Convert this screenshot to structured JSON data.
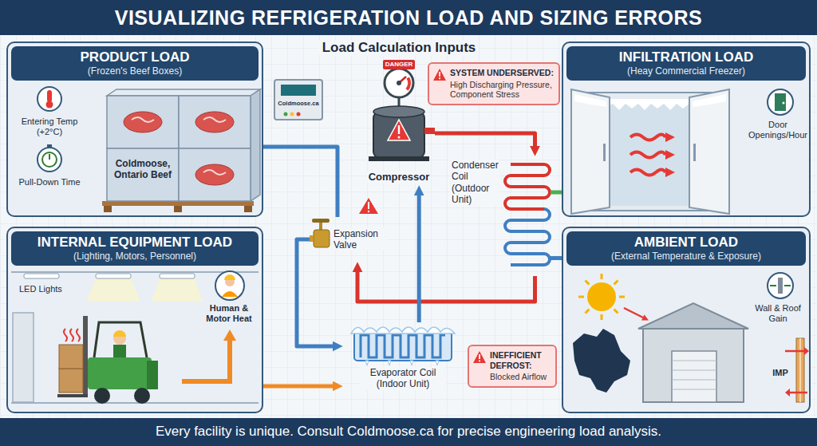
{
  "diagram": {
    "title": "VISUALIZING REFRIGERATION LOAD AND SIZING ERRORS",
    "caption": "Every facility is unique. Consult Coldmoose.ca for precise engineering load analysis.",
    "nodes": [
      {
        "text": [
          "PRODUCT LOAD",
          "(Frozen's Beef Boxes)"
        ]
      },
      {
        "text": [
          "INTERNAL EQUIPMENT LOAD",
          "(Lighting, Motors, Personnel)"
        ]
      },
      {
        "text": [
          "Compressor"
        ]
      },
      {
        "text": [
          "SYSTEM UNDERSERVED:",
          "High Discharging Pressure, Component Stress"
        ]
      },
      {
        "text": [
          "Expansion Valve"
        ]
      },
      {
        "text": [
          "Condenser Coil (Outdoor Unit)"
        ]
      },
      {
        "text": [
          "Evaporator Coil (Indoor Unit)"
        ]
      },
      {
        "text": [
          "INEFFICIENT DEFROST:",
          "Blocked Airflow"
        ]
      },
      {
        "text": [
          "INFILTRATION LOAD",
          "(Heay Commercial Freezer)"
        ]
      },
      {
        "text": [
          "AMBIENT LOAD",
          "(External Temperature & Exposure)"
        ]
      }
    ],
    "edges": [
      {
        "from": 0,
        "to": 4,
        "arrow": "none"
      },
      {
        "from": 1,
        "to": 6,
        "arrow": "to"
      },
      {
        "from": 2,
        "to": 5,
        "arrow": "to"
      },
      {
        "from": 5,
        "to": 4,
        "arrow": "to"
      },
      {
        "from": 4,
        "to": 6,
        "arrow": "to"
      },
      {
        "from": 6,
        "to": 2,
        "arrow": "to"
      },
      {
        "from": 8,
        "to": 5,
        "arrow": "none"
      },
      {
        "from": 9,
        "to": 5,
        "arrow": "none"
      }
    ],
    "labels": [
      "Load Calculation Inputs",
      "DANGER",
      "Entering Temp (+2°C)",
      "Pull-Down Time",
      "Coldmoose, Ontario Beef",
      "Coldmoose.ca",
      "LED Lights",
      "Human & Motor Heat",
      "Door Openings/Hour",
      "Wall & Roof Gain",
      "IMP"
    ]
  }
}
